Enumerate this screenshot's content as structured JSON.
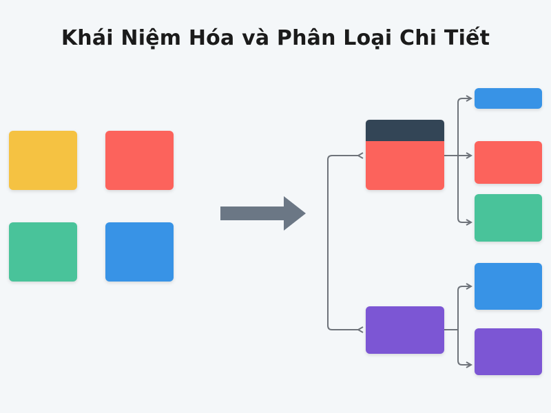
{
  "title": "Khái Niệm Hóa và Phân Loại Chi Tiết",
  "colors": {
    "background": "#f4f7f9",
    "yellow": "#f5c242",
    "red": "#fc645c",
    "green": "#48c39a",
    "blue": "#3793e6",
    "purple": "#7b56d4",
    "dark_header": "#334556",
    "arrow": "#6b7785",
    "connector": "#6e737a"
  },
  "unsorted_items": [
    "yellow",
    "red",
    "green",
    "blue"
  ],
  "hierarchy": [
    {
      "color": "red",
      "header": "dark_header",
      "children": [
        "blue",
        "red",
        "green"
      ]
    },
    {
      "color": "purple",
      "children": [
        "blue",
        "purple"
      ]
    }
  ]
}
